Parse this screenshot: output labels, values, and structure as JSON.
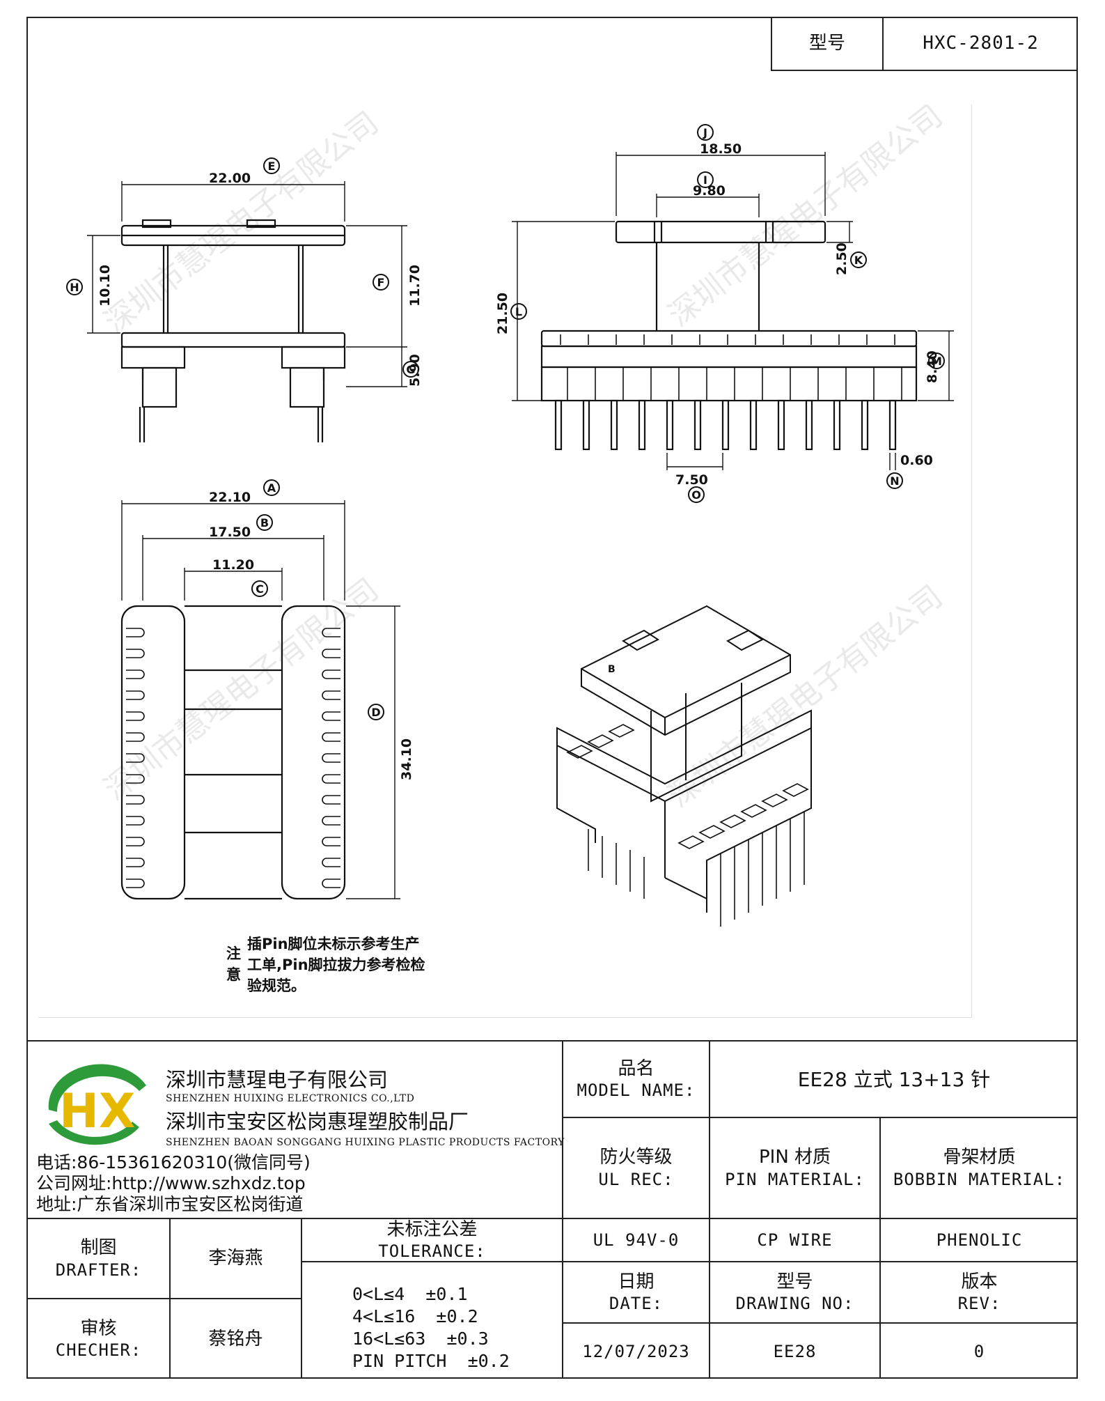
{
  "header": {
    "model_label": "型号",
    "model_value": "HXC-2801-2"
  },
  "drawing": {
    "dims": {
      "E": "22.00",
      "H": "10.10",
      "F": "11.70",
      "G": "5.90",
      "J": "18.50",
      "I": "9.80",
      "K": "2.50",
      "L": "21.50",
      "M": "8.40",
      "O": "7.50",
      "N": "0.60",
      "A": "22.10",
      "B": "17.50",
      "C": "11.20",
      "D": "34.10"
    },
    "letters": {
      "E": "E",
      "H": "H",
      "F": "F",
      "G": "G",
      "J": "J",
      "I": "I",
      "K": "K",
      "L": "L",
      "M": "M",
      "O": "O",
      "N": "N",
      "A": "A",
      "B": "B",
      "C": "C",
      "D": "D"
    },
    "note_label_1": "注",
    "note_label_2": "意",
    "note_lines": [
      "插Pin脚位未标示参考生产",
      "工单,Pin脚拉拔力参考检检",
      "验规范。"
    ],
    "watermark": "深圳市慧瑆电子有限公司",
    "part_mark": "B"
  },
  "title_block": {
    "company": {
      "name_cn": "深圳市慧瑆电子有限公司",
      "name_en": "SHENZHEN HUIXING ELECTRONICS CO.,LTD",
      "factory_cn": "深圳市宝安区松岗惠瑆塑胶制品厂",
      "factory_en": "SHENZHEN BAOAN SONGGANG HUIXING PLASTIC PRODUCTS FACTORY",
      "logo_text": "HX",
      "phone": "电话:86-15361620310(微信同号)",
      "website": "公司网址:http://www.szhxdz.top",
      "address": "地址:广东省深圳市宝安区松岗街道"
    },
    "model_name": {
      "label_cn": "品名",
      "label_en": "MODEL NAME:",
      "value": "EE28 立式 13+13 针"
    },
    "ul_rec": {
      "label_cn": "防火等级",
      "label_en": "UL REC:",
      "value": "UL 94V-0"
    },
    "pin_material": {
      "label_cn": "PIN 材质",
      "label_en": "PIN MATERIAL:",
      "value": "CP WIRE"
    },
    "bobbin_material": {
      "label_cn": "骨架材质",
      "label_en": "BOBBIN MATERIAL:",
      "value": "PHENOLIC"
    },
    "drafter": {
      "label_cn": "制图",
      "label_en": "DRAFTER:",
      "value": "李海燕"
    },
    "checker": {
      "label_cn": "审核",
      "label_en": "CHECHER:",
      "value": "蔡铭舟"
    },
    "tolerance": {
      "label_cn": "未标注公差",
      "label_en": "TOLERANCE:",
      "rows": [
        "0<L≤4  ±0.1",
        "4<L≤16  ±0.2",
        "16<L≤63  ±0.3",
        "PIN PITCH  ±0.2"
      ]
    },
    "date": {
      "label_cn": "日期",
      "label_en": "DATE:",
      "value": "12/07/2023"
    },
    "drawing_no": {
      "label_cn": "型号",
      "label_en": "DRAWING NO:",
      "value": "EE28"
    },
    "rev": {
      "label_cn": "版本",
      "label_en": "REV:",
      "value": "0"
    }
  },
  "colors": {
    "logo_green": "#2e9b3a",
    "logo_yellow": "#e6b800",
    "line": "#222222"
  }
}
